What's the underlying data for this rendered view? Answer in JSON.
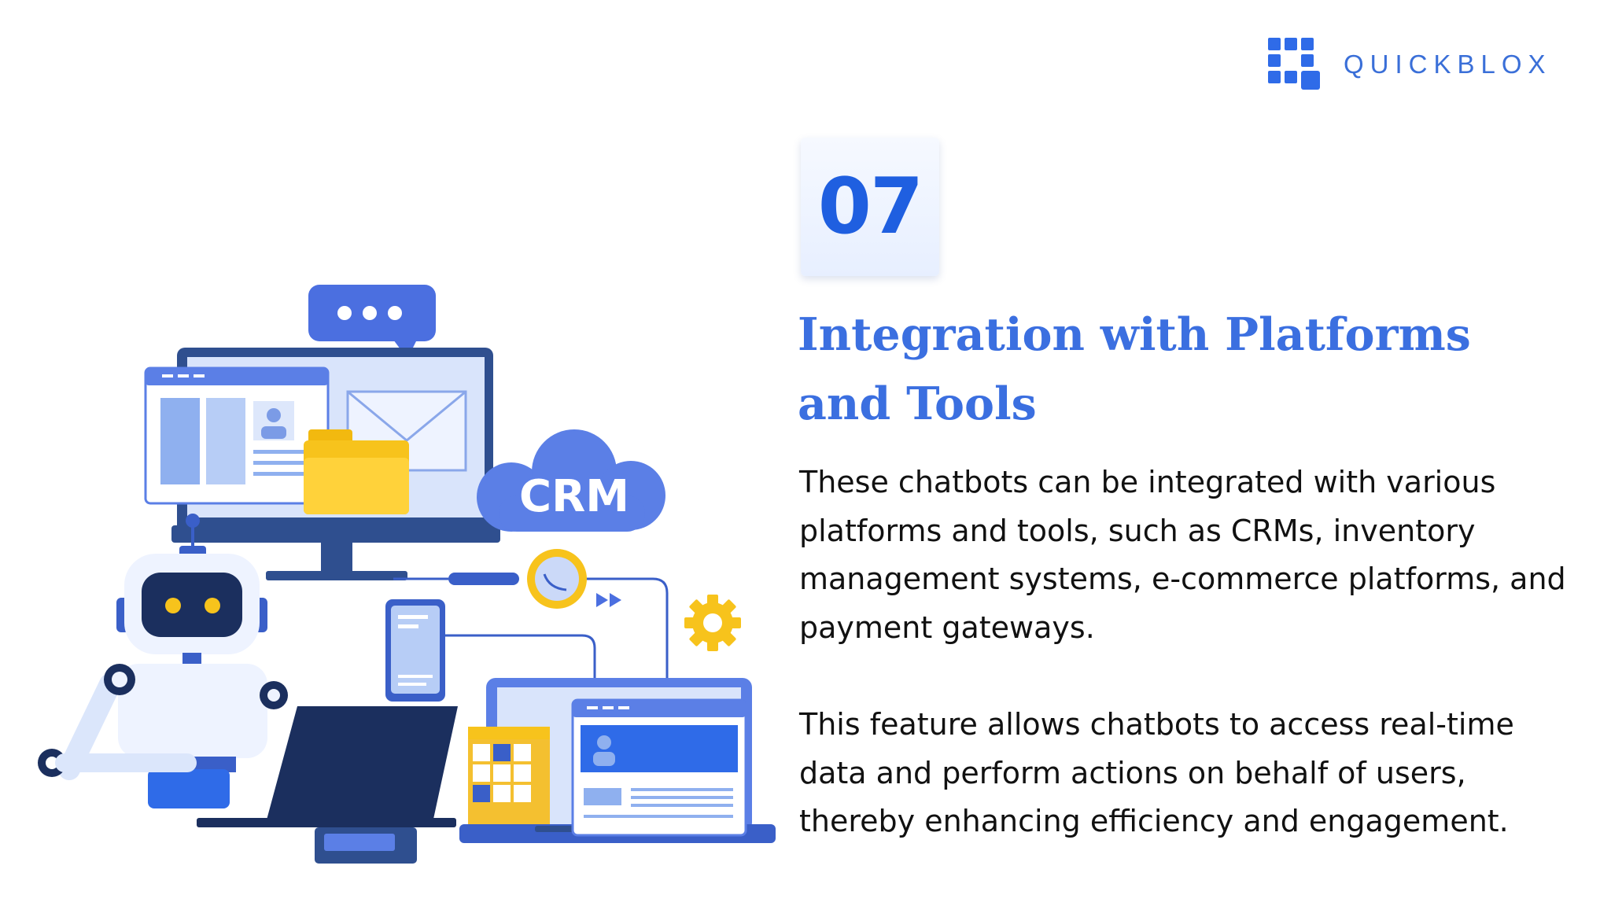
{
  "brand": {
    "name": "QUICKBLOX"
  },
  "slide": {
    "number": "07",
    "title": "Integration with Platforms and Tools",
    "paragraphs": [
      "These chatbots can be integrated with various platforms and tools, such as CRMs, inventory management systems, e-commerce platforms, and payment gateways.",
      "This feature allows chatbots to access real-time data and perform actions on behalf of users, thereby enhancing efficiency and engagement."
    ]
  },
  "illustration": {
    "cloud_label": "CRM"
  },
  "colors": {
    "accent": "#1f5fe0",
    "title": "#3b6fe0",
    "navy": "#1b2f5e",
    "gold": "#f7c31c"
  }
}
